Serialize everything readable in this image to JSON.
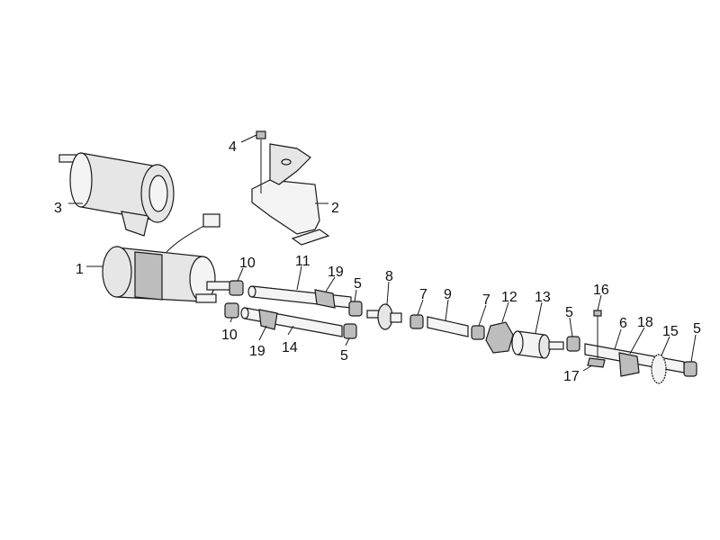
{
  "diagram": {
    "labels": [
      "1",
      "2",
      "3",
      "4",
      "5",
      "5",
      "5",
      "5",
      "6",
      "7",
      "7",
      "8",
      "9",
      "10",
      "10",
      "11",
      "12",
      "13",
      "14",
      "15",
      "16",
      "17",
      "18",
      "19",
      "19"
    ]
  }
}
